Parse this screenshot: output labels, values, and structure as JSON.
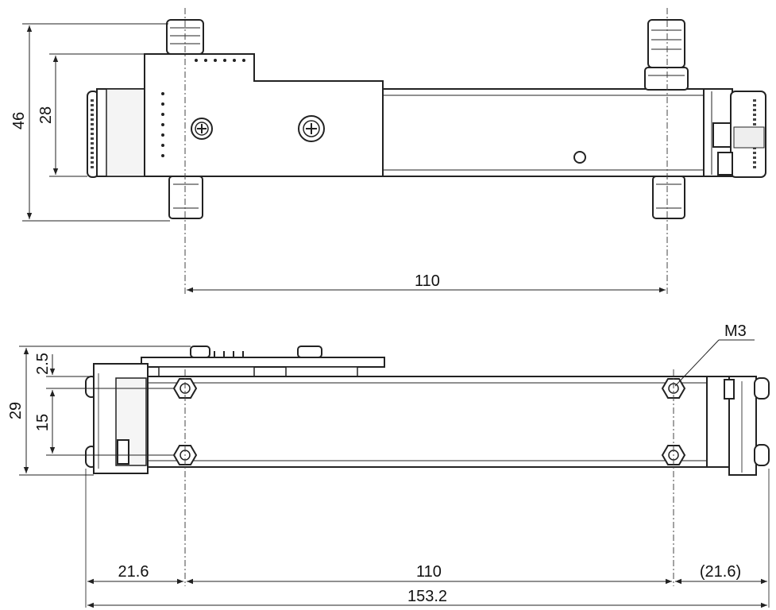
{
  "top_view": {
    "dim_height_total": "46",
    "dim_height_body": "28",
    "dim_spacing": "110"
  },
  "side_view": {
    "dim_top_offset": "2.5",
    "dim_height_total": "29",
    "dim_hole_spacing": "15",
    "thread_label": "M3",
    "dim_left_offset": "21.6",
    "dim_spacing": "110",
    "dim_right_offset": "(21.6)",
    "dim_total_length": "153.2"
  }
}
